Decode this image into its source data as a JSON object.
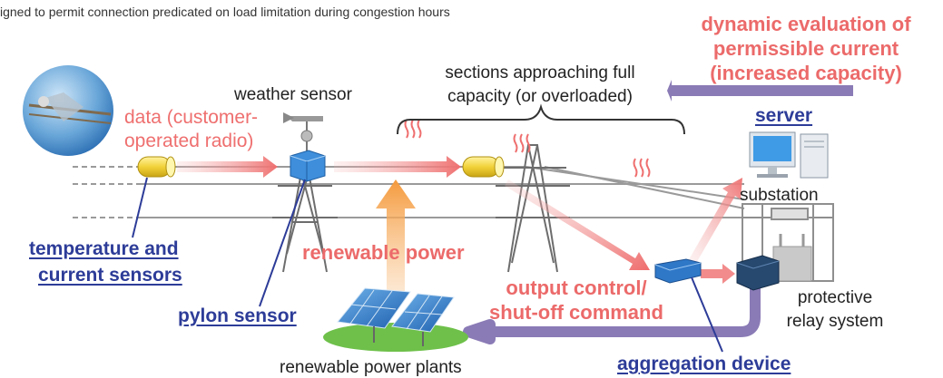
{
  "caption": "igned to permit connection predicated on load limitation during congestion hours",
  "labels": {
    "dynamic_eval_1": "dynamic evaluation of",
    "dynamic_eval_2": "permissible current",
    "dynamic_eval_3": "(increased capacity)",
    "sections_1": "sections approaching full",
    "sections_2": "capacity (or overloaded)",
    "weather_sensor": "weather sensor",
    "data_1": "data (customer-",
    "data_2": "operated radio)",
    "server": "server",
    "substation": "substation",
    "temp_1": "temperature and",
    "temp_2": "current sensors",
    "renewable_power": "renewable power",
    "output_1": "output control/",
    "output_2": "shut-off command",
    "protective_1": "protective",
    "protective_2": "relay system",
    "pylon_sensor": "pylon sensor",
    "plants": "renewable power plants",
    "aggregation": "aggregation device"
  },
  "colors": {
    "pink_text": "#ef6f6f",
    "navy_text": "#2d3c98",
    "purple_arrow": "#8a7bb6",
    "orange_arrow": "#f6a24e",
    "pink_arrow": "#f08080",
    "wire": "#8c8c8c",
    "sensor_yellow": "#f2d23a",
    "device_blue": "#2f78c8"
  },
  "icons": [
    "camera-photo",
    "weather-vane-icon",
    "heat-wave-icon",
    "computer-icon",
    "solar-panel-icon",
    "transmission-tower-icon"
  ]
}
